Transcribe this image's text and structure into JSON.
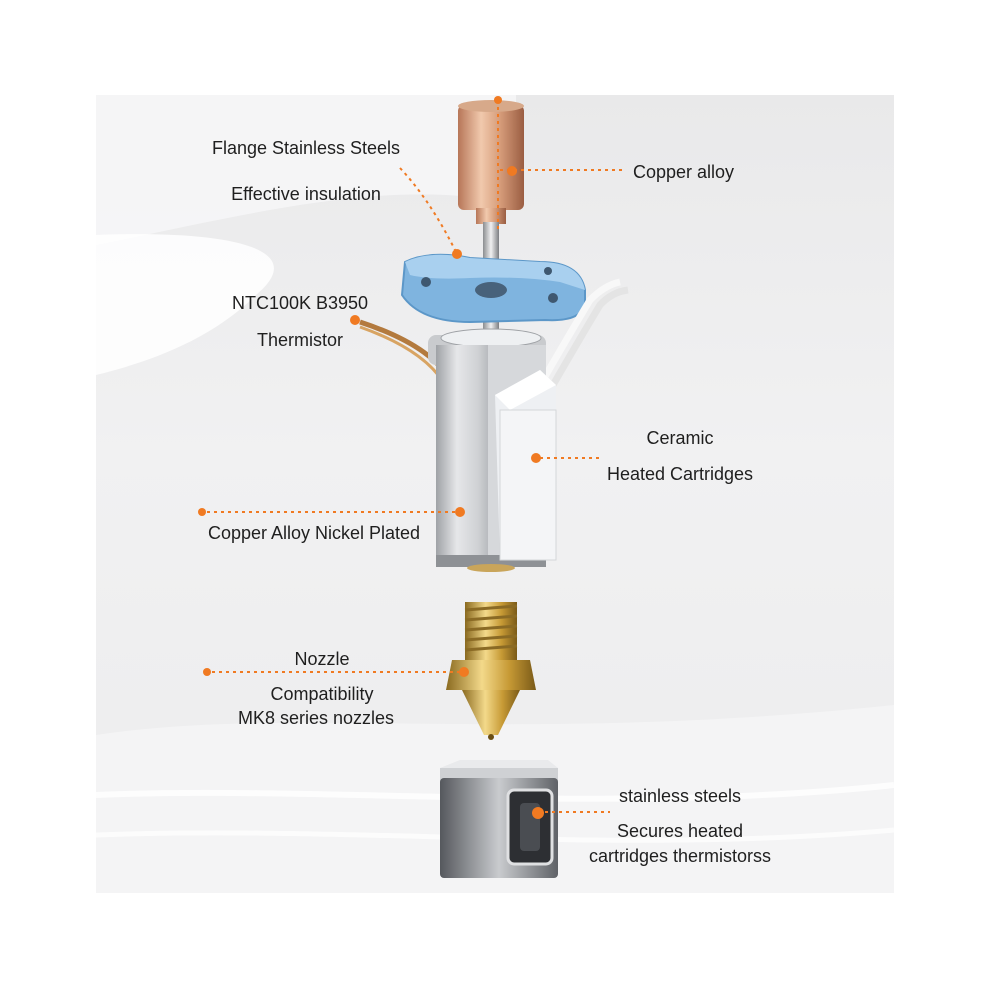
{
  "accent_color": "#f07a22",
  "labels": {
    "flange_line1": "Flange Stainless Steels",
    "flange_line2": "Effective insulation",
    "copper_alloy": "Copper alloy",
    "ntc_line1": "NTC100K B3950",
    "ntc_line2": "Thermistor",
    "ceramic_line1": "Ceramic",
    "ceramic_line2": "Heated Cartridges",
    "heatblock": "Copper Alloy Nickel Plated",
    "nozzle_line1": "Nozzle",
    "nozzle_line2": "Compatibility",
    "nozzle_line3": "MK8 series nozzles",
    "sock_line1": "stainless steels",
    "sock_line2": "Secures heated",
    "sock_line3": "cartridges thermistorss"
  }
}
